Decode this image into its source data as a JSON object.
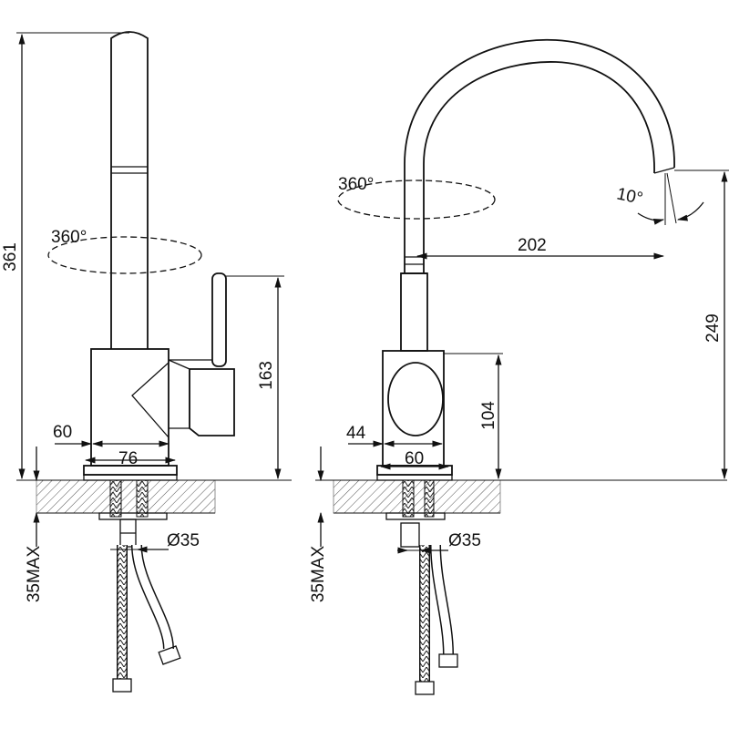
{
  "left_view": {
    "height_total": "361",
    "rotation": "360°",
    "handle_height": "163",
    "base_inner": "60",
    "base_outer": "76",
    "hose_diameter": "Ø35",
    "max_mount": "35MAX"
  },
  "right_view": {
    "rotation": "360°",
    "spout_angle": "10°",
    "spout_reach": "202",
    "spout_height": "249",
    "body_height": "104",
    "handle_inner": "44",
    "base_width": "60",
    "hose_diameter": "Ø35",
    "max_mount": "35MAX"
  }
}
